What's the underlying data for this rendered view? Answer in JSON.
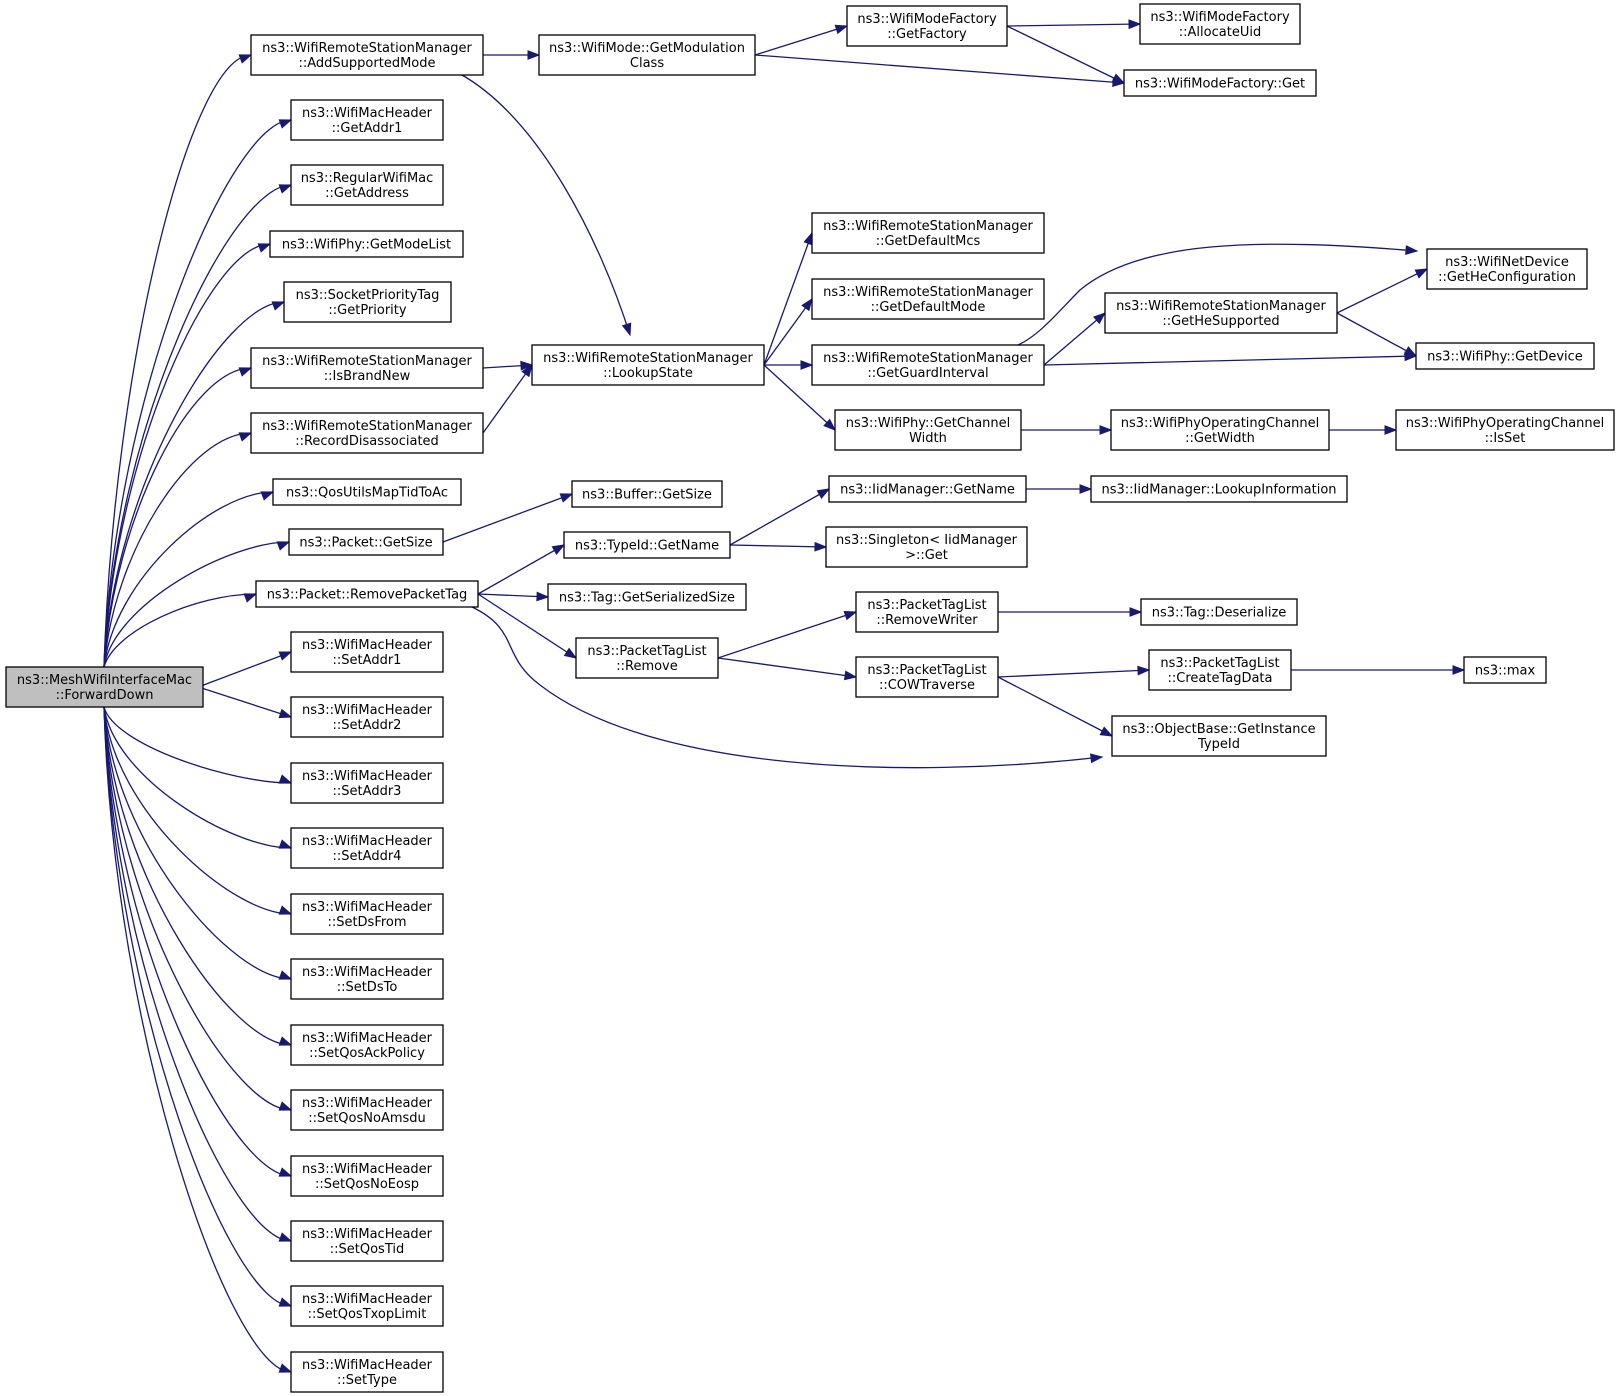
{
  "diagram": {
    "nodes": [
      {
        "id": "fwd",
        "lines": [
          "ns3::MeshWifiInterfaceMac",
          "::ForwardDown"
        ],
        "highlight": true
      },
      {
        "id": "addmode",
        "lines": [
          "ns3::WifiRemoteStationManager",
          "::AddSupportedMode"
        ]
      },
      {
        "id": "getaddr1",
        "lines": [
          "ns3::WifiMacHeader",
          "::GetAddr1"
        ]
      },
      {
        "id": "getaddress",
        "lines": [
          "ns3::RegularWifiMac",
          "::GetAddress"
        ]
      },
      {
        "id": "getmodelist",
        "lines": [
          "ns3::WifiPhy::GetModeList"
        ]
      },
      {
        "id": "getpriority",
        "lines": [
          "ns3::SocketPriorityTag",
          "::GetPriority"
        ]
      },
      {
        "id": "isbrandnew",
        "lines": [
          "ns3::WifiRemoteStationManager",
          "::IsBrandNew"
        ]
      },
      {
        "id": "recorddis",
        "lines": [
          "ns3::WifiRemoteStationManager",
          "::RecordDisassociated"
        ]
      },
      {
        "id": "qosmap",
        "lines": [
          "ns3::QosUtilsMapTidToAc"
        ]
      },
      {
        "id": "pktgetsize",
        "lines": [
          "ns3::Packet::GetSize"
        ]
      },
      {
        "id": "removepkttag",
        "lines": [
          "ns3::Packet::RemovePacketTag"
        ]
      },
      {
        "id": "setaddr1",
        "lines": [
          "ns3::WifiMacHeader",
          "::SetAddr1"
        ]
      },
      {
        "id": "setaddr2",
        "lines": [
          "ns3::WifiMacHeader",
          "::SetAddr2"
        ]
      },
      {
        "id": "setaddr3",
        "lines": [
          "ns3::WifiMacHeader",
          "::SetAddr3"
        ]
      },
      {
        "id": "setaddr4",
        "lines": [
          "ns3::WifiMacHeader",
          "::SetAddr4"
        ]
      },
      {
        "id": "setdsfrom",
        "lines": [
          "ns3::WifiMacHeader",
          "::SetDsFrom"
        ]
      },
      {
        "id": "setdsto",
        "lines": [
          "ns3::WifiMacHeader",
          "::SetDsTo"
        ]
      },
      {
        "id": "setqosack",
        "lines": [
          "ns3::WifiMacHeader",
          "::SetQosAckPolicy"
        ]
      },
      {
        "id": "setqosnoamsdu",
        "lines": [
          "ns3::WifiMacHeader",
          "::SetQosNoAmsdu"
        ]
      },
      {
        "id": "setqosnoeosp",
        "lines": [
          "ns3::WifiMacHeader",
          "::SetQosNoEosp"
        ]
      },
      {
        "id": "setqostid",
        "lines": [
          "ns3::WifiMacHeader",
          "::SetQosTid"
        ]
      },
      {
        "id": "setqostxop",
        "lines": [
          "ns3::WifiMacHeader",
          "::SetQosTxopLimit"
        ]
      },
      {
        "id": "settype",
        "lines": [
          "ns3::WifiMacHeader",
          "::SetType"
        ]
      },
      {
        "id": "getmodclass",
        "lines": [
          "ns3::WifiMode::GetModulation",
          "Class"
        ]
      },
      {
        "id": "lookupstate",
        "lines": [
          "ns3::WifiRemoteStationManager",
          "::LookupState"
        ]
      },
      {
        "id": "buffergetsize",
        "lines": [
          "ns3::Buffer::GetSize"
        ]
      },
      {
        "id": "typeidgetname",
        "lines": [
          "ns3::TypeId::GetName"
        ]
      },
      {
        "id": "tagserial",
        "lines": [
          "ns3::Tag::GetSerializedSize"
        ]
      },
      {
        "id": "ptlremove",
        "lines": [
          "ns3::PacketTagList",
          "::Remove"
        ]
      },
      {
        "id": "getfactory",
        "lines": [
          "ns3::WifiModeFactory",
          "::GetFactory"
        ]
      },
      {
        "id": "allocateuid",
        "lines": [
          "ns3::WifiModeFactory",
          "::AllocateUid"
        ]
      },
      {
        "id": "factoryget",
        "lines": [
          "ns3::WifiModeFactory::Get"
        ]
      },
      {
        "id": "getdefaultmcs",
        "lines": [
          "ns3::WifiRemoteStationManager",
          "::GetDefaultMcs"
        ]
      },
      {
        "id": "getdefaultmode",
        "lines": [
          "ns3::WifiRemoteStationManager",
          "::GetDefaultMode"
        ]
      },
      {
        "id": "getguard",
        "lines": [
          "ns3::WifiRemoteStationManager",
          "::GetGuardInterval"
        ]
      },
      {
        "id": "getchanwidth",
        "lines": [
          "ns3::WifiPhy::GetChannel",
          "Width"
        ]
      },
      {
        "id": "gethesupported",
        "lines": [
          "ns3::WifiRemoteStationManager",
          "::GetHeSupported"
        ]
      },
      {
        "id": "gethecfg",
        "lines": [
          "ns3::WifiNetDevice",
          "::GetHeConfiguration"
        ]
      },
      {
        "id": "getdevice",
        "lines": [
          "ns3::WifiPhy::GetDevice"
        ]
      },
      {
        "id": "opchgetwidth",
        "lines": [
          "ns3::WifiPhyOperatingChannel",
          "::GetWidth"
        ]
      },
      {
        "id": "opchisset",
        "lines": [
          "ns3::WifiPhyOperatingChannel",
          "::IsSet"
        ]
      },
      {
        "id": "iidgetname",
        "lines": [
          "ns3::IidManager::GetName"
        ]
      },
      {
        "id": "iidlookup",
        "lines": [
          "ns3::IidManager::LookupInformation"
        ]
      },
      {
        "id": "singletonget",
        "lines": [
          "ns3::Singleton< IidManager",
          ">::Get"
        ]
      },
      {
        "id": "removewriter",
        "lines": [
          "ns3::PacketTagList",
          "::RemoveWriter"
        ]
      },
      {
        "id": "cowtraverse",
        "lines": [
          "ns3::PacketTagList",
          "::COWTraverse"
        ]
      },
      {
        "id": "tagdeser",
        "lines": [
          "ns3::Tag::Deserialize"
        ]
      },
      {
        "id": "createtagdata",
        "lines": [
          "ns3::PacketTagList",
          "::CreateTagData"
        ]
      },
      {
        "id": "max",
        "lines": [
          "ns3::max"
        ]
      },
      {
        "id": "getinstancetypeid",
        "lines": [
          "ns3::ObjectBase::GetInstance",
          "TypeId"
        ]
      }
    ],
    "edges": [
      [
        "fwd",
        "addmode"
      ],
      [
        "fwd",
        "getaddr1"
      ],
      [
        "fwd",
        "getaddress"
      ],
      [
        "fwd",
        "getmodelist"
      ],
      [
        "fwd",
        "getpriority"
      ],
      [
        "fwd",
        "isbrandnew"
      ],
      [
        "fwd",
        "recorddis"
      ],
      [
        "fwd",
        "qosmap"
      ],
      [
        "fwd",
        "pktgetsize"
      ],
      [
        "fwd",
        "removepkttag"
      ],
      [
        "fwd",
        "setaddr1"
      ],
      [
        "fwd",
        "setaddr2"
      ],
      [
        "fwd",
        "setaddr3"
      ],
      [
        "fwd",
        "setaddr4"
      ],
      [
        "fwd",
        "setdsfrom"
      ],
      [
        "fwd",
        "setdsto"
      ],
      [
        "fwd",
        "setqosack"
      ],
      [
        "fwd",
        "setqosnoamsdu"
      ],
      [
        "fwd",
        "setqosnoeosp"
      ],
      [
        "fwd",
        "setqostid"
      ],
      [
        "fwd",
        "setqostxop"
      ],
      [
        "fwd",
        "settype"
      ],
      [
        "addmode",
        "getmodclass"
      ],
      [
        "addmode",
        "lookupstate"
      ],
      [
        "getmodclass",
        "getfactory"
      ],
      [
        "getmodclass",
        "factoryget"
      ],
      [
        "getfactory",
        "allocateuid"
      ],
      [
        "getfactory",
        "factoryget"
      ],
      [
        "isbrandnew",
        "lookupstate"
      ],
      [
        "recorddis",
        "lookupstate"
      ],
      [
        "lookupstate",
        "getdefaultmcs"
      ],
      [
        "lookupstate",
        "getdefaultmode"
      ],
      [
        "lookupstate",
        "getguard"
      ],
      [
        "lookupstate",
        "getchanwidth"
      ],
      [
        "getguard",
        "gethecfg"
      ],
      [
        "getguard",
        "gethesupported"
      ],
      [
        "getguard",
        "getdevice"
      ],
      [
        "gethesupported",
        "gethecfg"
      ],
      [
        "gethesupported",
        "getdevice"
      ],
      [
        "getchanwidth",
        "opchgetwidth"
      ],
      [
        "opchgetwidth",
        "opchisset"
      ],
      [
        "pktgetsize",
        "buffergetsize"
      ],
      [
        "removepkttag",
        "typeidgetname"
      ],
      [
        "removepkttag",
        "tagserial"
      ],
      [
        "removepkttag",
        "ptlremove"
      ],
      [
        "removepkttag",
        "getinstancetypeid"
      ],
      [
        "typeidgetname",
        "iidgetname"
      ],
      [
        "typeidgetname",
        "singletonget"
      ],
      [
        "iidgetname",
        "iidlookup"
      ],
      [
        "ptlremove",
        "removewriter"
      ],
      [
        "ptlremove",
        "cowtraverse"
      ],
      [
        "removewriter",
        "tagdeser"
      ],
      [
        "cowtraverse",
        "createtagdata"
      ],
      [
        "cowtraverse",
        "getinstancetypeid"
      ],
      [
        "createtagdata",
        "max"
      ]
    ]
  }
}
